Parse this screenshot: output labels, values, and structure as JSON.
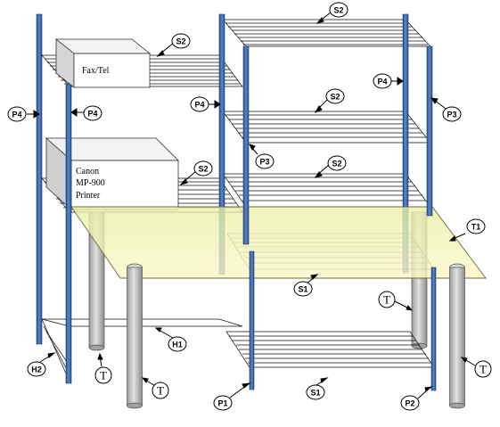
{
  "devices": {
    "fax": "Fax/Tel",
    "printer_line1": "Canon",
    "printer_line2": "MP-900",
    "printer_line3": "Printer"
  },
  "labels": {
    "s2_top": "S2",
    "s2_right_upper": "S2",
    "s2_right_middle": "S2",
    "s2_left_upper": "S2",
    "s2_left_lower": "S2",
    "s1_table": "S1",
    "s1_bottom": "S1",
    "p4_far_left": "P4",
    "p4_left_front": "P4",
    "p4_middle": "P4",
    "p4_right": "P4",
    "p3_right": "P3",
    "p3_middle": "P3",
    "p1": "P1",
    "p2": "P2",
    "h1": "H1",
    "h2": "H2",
    "t1": "T1",
    "t_left": "T",
    "t_center": "T",
    "t_right_inner": "T",
    "t_right": "T"
  },
  "colors": {
    "pole": "#3e68a8",
    "pole_edge": "#1e3d72",
    "table_fill": "#f4f1b0",
    "table_edge": "#6f6c3a",
    "leg": "#bebebe",
    "leg_edge": "#555555",
    "wire": "#111111"
  }
}
